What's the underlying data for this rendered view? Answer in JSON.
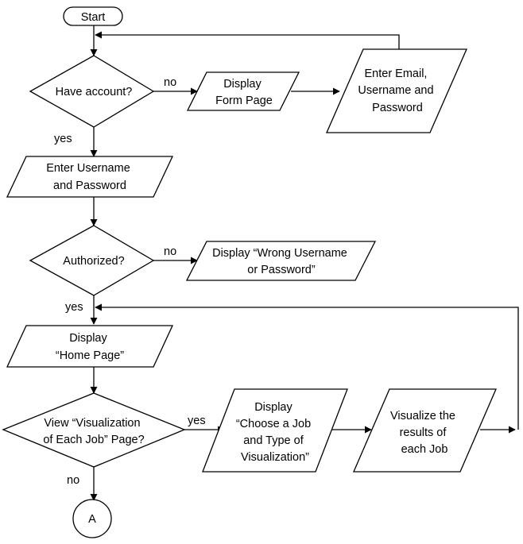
{
  "nodes": {
    "start": "Start",
    "have_account": "Have account?",
    "display_form": [
      "Display",
      "Form Page"
    ],
    "enter_email": [
      "Enter Email,",
      "Username and",
      "Password"
    ],
    "enter_credentials": [
      "Enter Username",
      "and Password"
    ],
    "authorized": "Authorized?",
    "display_wrong": [
      "Display “Wrong Username",
      "or Password”"
    ],
    "display_home": [
      "Display",
      "“Home Page”"
    ],
    "view_visualization": [
      "View “Visualization",
      "of Each Job” Page?"
    ],
    "choose_job": [
      "Display",
      "“Choose a Job",
      "and Type of",
      "Visualization”"
    ],
    "visualize_results": [
      "Visualize the",
      "results of",
      "each Job"
    ],
    "connector_a": "A"
  },
  "edges": {
    "have_account_no": "no",
    "have_account_yes": "yes",
    "authorized_no": "no",
    "authorized_yes": "yes",
    "view_visualization_yes": "yes",
    "view_visualization_no": "no"
  }
}
